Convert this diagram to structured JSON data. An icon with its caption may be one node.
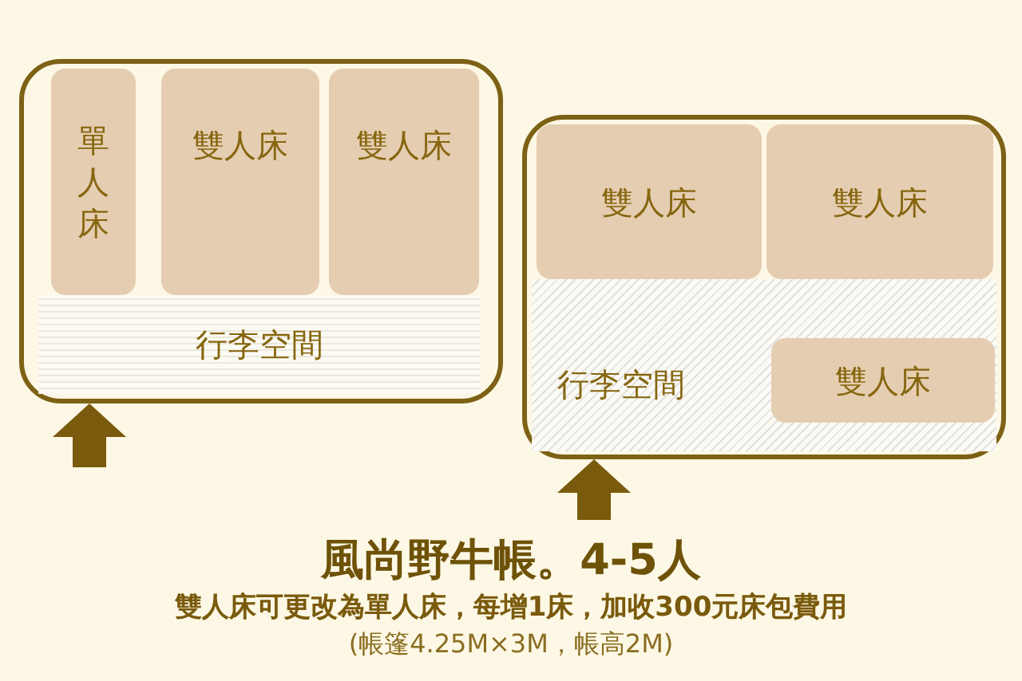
{
  "diagram": {
    "title": "風尚野牛帳。4-5人",
    "nodes": [
      {
        "text": [],
        "shape": "box"
      },
      {
        "text": [
          "單人床"
        ],
        "in": 0
      },
      {
        "text": [
          "雙人床"
        ],
        "in": 0
      },
      {
        "text": [
          "雙人床"
        ],
        "in": 0
      },
      {
        "text": [
          "行李空間"
        ],
        "in": 0
      },
      {
        "text": [],
        "shape": "box"
      },
      {
        "text": [
          "雙人床"
        ],
        "in": 5
      },
      {
        "text": [
          "雙人床"
        ],
        "in": 5
      },
      {
        "text": [
          "行李空間"
        ],
        "in": 5
      },
      {
        "text": [
          "雙人床"
        ],
        "in": 8
      }
    ],
    "edges": [
      {
        "from": null,
        "to": 0,
        "arrow": "to"
      },
      {
        "from": null,
        "to": 5,
        "arrow": "to"
      }
    ],
    "labels": [
      "雙人床可更改為單人床，每增1床，加收300元床包費用",
      "(帳篷4.25M×3M，帳高2M)"
    ]
  }
}
